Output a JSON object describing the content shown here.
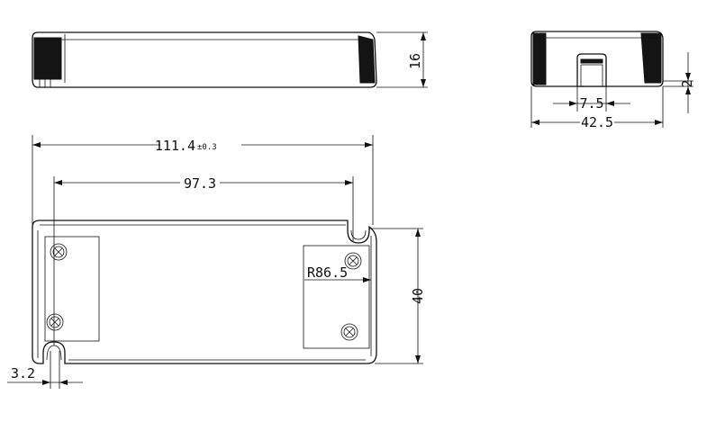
{
  "drawing": {
    "dimensions": {
      "height_side": "16",
      "offset_end": "2",
      "pin_width": "7.5",
      "width_end": "42.5",
      "overall_length": "111.4",
      "overall_length_tol": "±0.3",
      "hole_spacing": "97.3",
      "width_top": "40",
      "radius": "R86.5",
      "edge_offset": "3.2"
    }
  }
}
